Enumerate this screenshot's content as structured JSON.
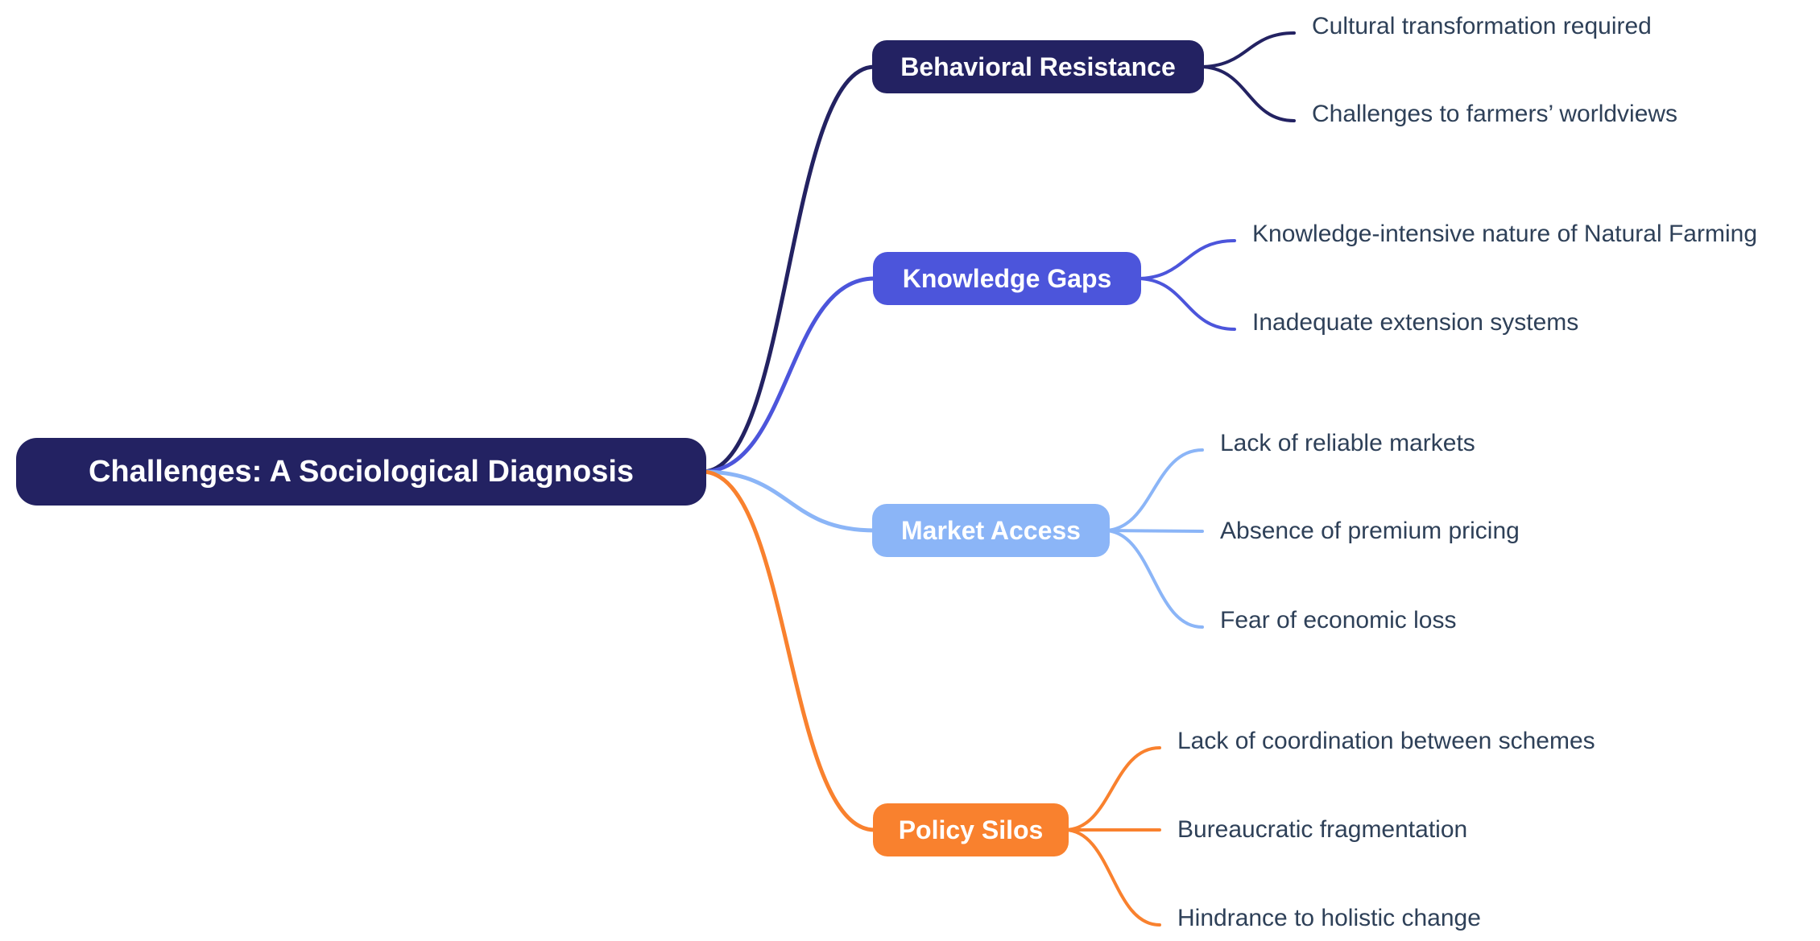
{
  "root": {
    "label": "Challenges: A Sociological Diagnosis",
    "fill_color": "#232262",
    "text_color": "#FFFFFF"
  },
  "branches": [
    {
      "label": "Behavioral Resistance",
      "fill_color": "#232262",
      "edge_color": "#232262",
      "text_color": "#FFFFFF",
      "children": [
        "Cultural transformation required",
        "Challenges to farmers’ worldviews"
      ]
    },
    {
      "label": "Knowledge Gaps",
      "fill_color": "#4C55DB",
      "edge_color": "#4C55DB",
      "text_color": "#FFFFFF",
      "children": [
        "Knowledge-intensive nature of Natural Farming",
        "Inadequate extension systems"
      ]
    },
    {
      "label": "Market Access",
      "fill_color": "#8BB5F7",
      "edge_color": "#8BB5F7",
      "text_color": "#FFFFFF",
      "children": [
        "Lack of reliable markets",
        "Absence of premium pricing",
        "Fear of economic loss"
      ]
    },
    {
      "label": "Policy Silos",
      "fill_color": "#F9812E",
      "edge_color": "#F9812E",
      "text_color": "#FFFFFF",
      "children": [
        "Lack of coordination between schemes",
        "Bureaucratic fragmentation",
        "Hindrance to holistic change"
      ]
    }
  ],
  "leaf_text_color": "#2E4058",
  "background_color": "#FFFFFF"
}
